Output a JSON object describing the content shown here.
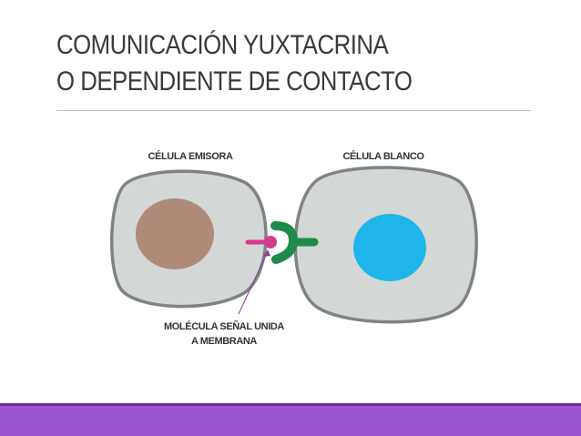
{
  "slide": {
    "title_line1": "COMUNICACIÓN YUXTACRINA",
    "title_line2": "O DEPENDIENTE DE CONTACTO"
  },
  "diagram": {
    "label_sender": "CÉLULA EMISORA",
    "label_target": "CÉLULA BLANCO",
    "label_signal_line1": "MOLÉCULA SEÑAL UNIDA",
    "label_signal_line2": "A MEMBRANA"
  },
  "colors": {
    "cell_fill": "#d3d8d6",
    "cell_border": "#7f8482",
    "nucleus_sender": "#b08a78",
    "nucleus_target": "#1fb4ea",
    "signal_molecule": "#d63a8e",
    "receptor": "#1f8a4a",
    "footer_band": "#9a56d1",
    "footer_line": "#6f2f8e"
  }
}
